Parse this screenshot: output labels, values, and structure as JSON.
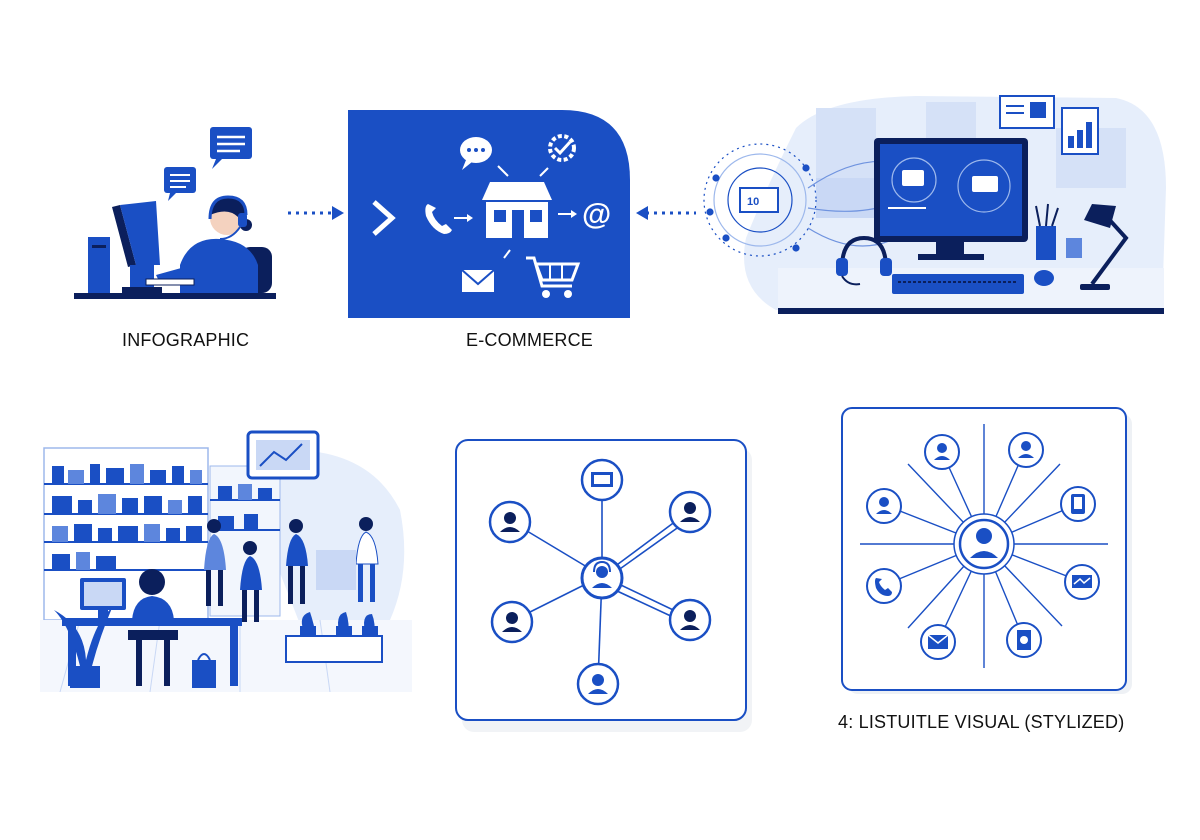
{
  "captions": {
    "infographic": "INFOGRAPHIC",
    "ecommerce": "E-COMMERCE",
    "visual": "4: LISTUITLE VISUAL (STYLIZED)"
  },
  "colors": {
    "primary_blue": "#1a4fc4",
    "dark_navy": "#0b1f5c",
    "light_blue": "#c9d8f5",
    "pale_blue": "#e6eefb",
    "frame_gray": "#dfe3ea"
  },
  "panels": [
    {
      "id": "support-agent",
      "icons": [
        "headset-icon",
        "chat-bubble-icon",
        "monitor-icon"
      ]
    },
    {
      "id": "ecommerce-hub",
      "icons": [
        "chevron-right-icon",
        "phone-icon",
        "chat-bubble-icon",
        "gear-check-icon",
        "storefront-icon",
        "at-sign-icon",
        "envelope-icon",
        "shopping-cart-icon"
      ]
    },
    {
      "id": "digital-workspace",
      "icons": [
        "monitor-icon",
        "headset-icon",
        "desk-lamp-icon",
        "keyboard-icon",
        "mouse-icon",
        "network-globe-icon"
      ]
    },
    {
      "id": "retail-store",
      "icons": [
        "shelf-icon",
        "shopping-bag-icon",
        "plant-icon",
        "monitor-icon"
      ]
    },
    {
      "id": "network-hub",
      "icons": [
        "person-icon",
        "headset-agent-icon",
        "monitor-icon"
      ]
    },
    {
      "id": "radial-contacts",
      "icons": [
        "person-icon",
        "phone-icon",
        "envelope-icon",
        "mobile-icon",
        "document-icon",
        "chat-icon"
      ]
    }
  ],
  "connectors": [
    "dotted-arrow-right",
    "dotted-arrow-left"
  ]
}
